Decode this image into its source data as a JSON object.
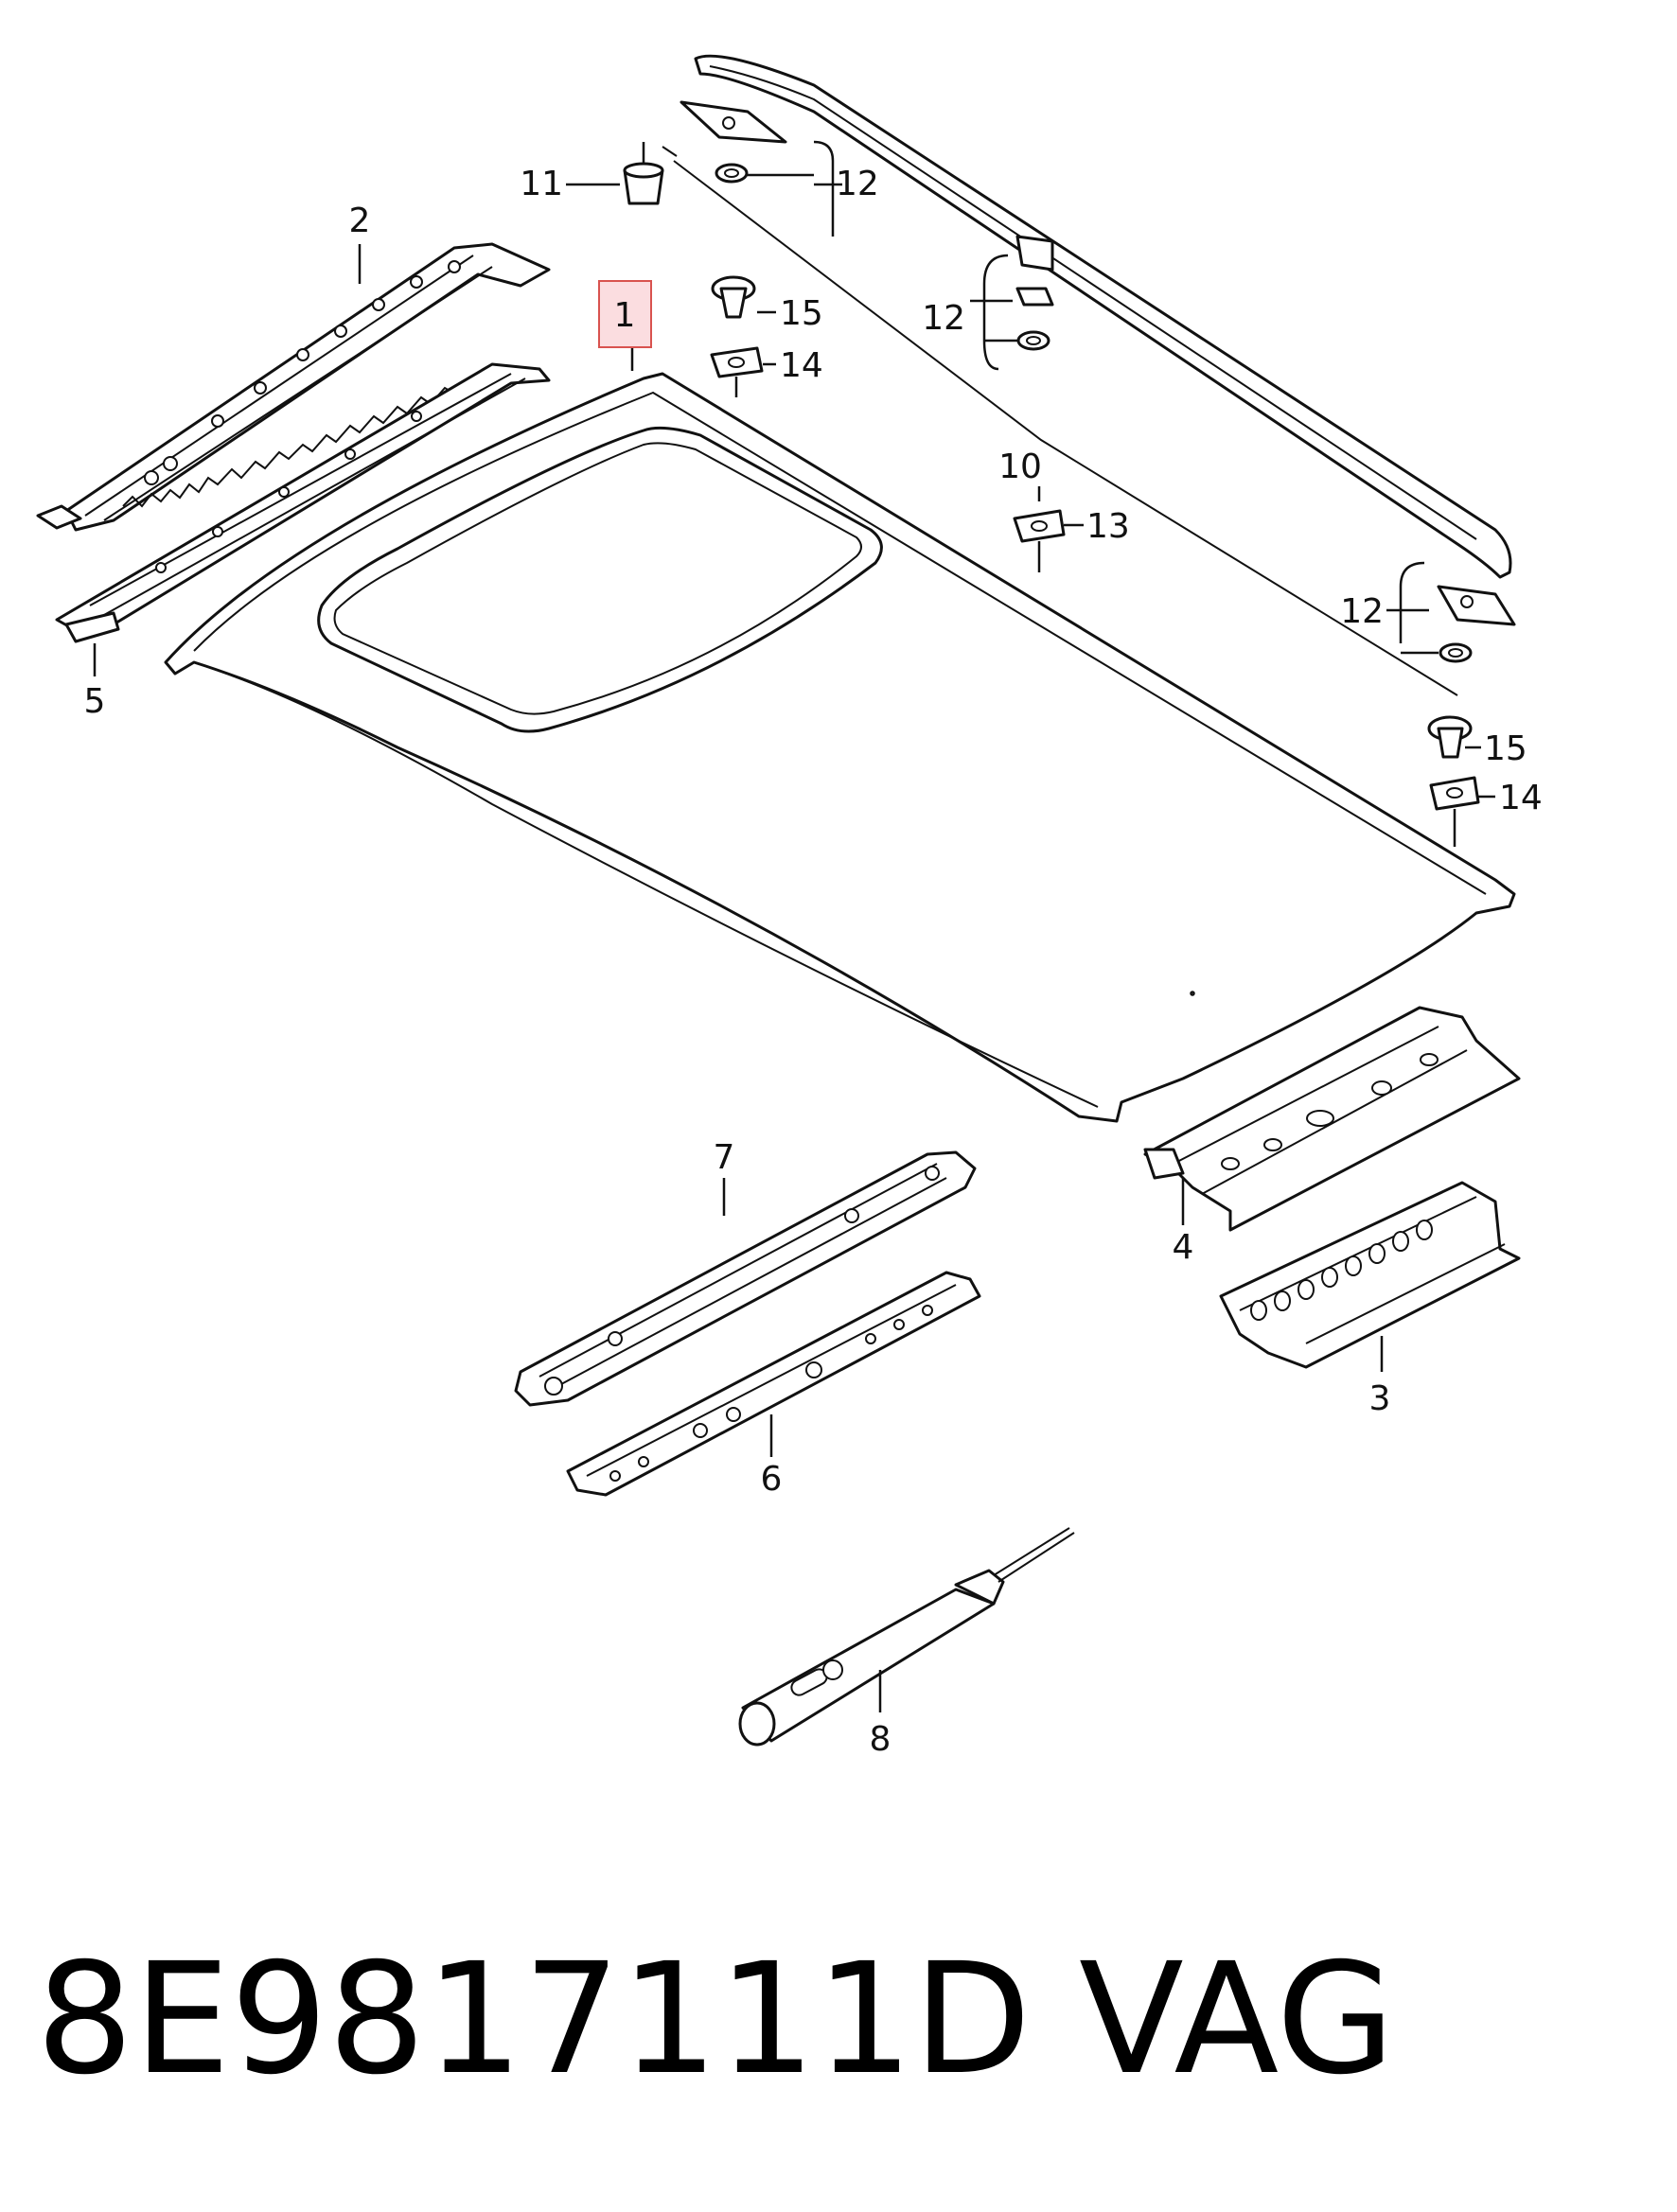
{
  "diagram": {
    "callouts": {
      "c1": "1",
      "c2": "2",
      "c3": "3",
      "c4": "4",
      "c5": "5",
      "c6": "6",
      "c7": "7",
      "c8": "8",
      "c10": "10",
      "c11": "11",
      "c12a": "12",
      "c12b": "12",
      "c12c": "12",
      "c13": "13",
      "c14a": "14",
      "c14b": "14",
      "c15a": "15",
      "c15b": "15"
    },
    "highlighted_callout": "1",
    "highlight_color": "#fbdde0"
  },
  "footer": {
    "part_number": "8E9817111D",
    "brand": "VAG"
  }
}
